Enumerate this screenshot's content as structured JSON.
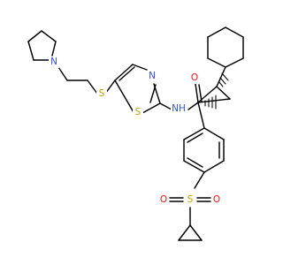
{
  "molecule": {
    "atom_labels": {
      "pyrrolidine_n": "N",
      "thioether_s": "S",
      "thiazole_n": "N",
      "thiazole_s": "S",
      "amide_nh": "NH",
      "carbonyl_o": "O",
      "sulfonyl_s": "S",
      "sulfonyl_o_left": "O",
      "sulfonyl_o_right": "O"
    },
    "colors": {
      "carbon_bond": "#000000",
      "nitrogen": "#3050F8",
      "sulfur": "#C8A000",
      "oxygen": "#FF0D0D"
    }
  }
}
